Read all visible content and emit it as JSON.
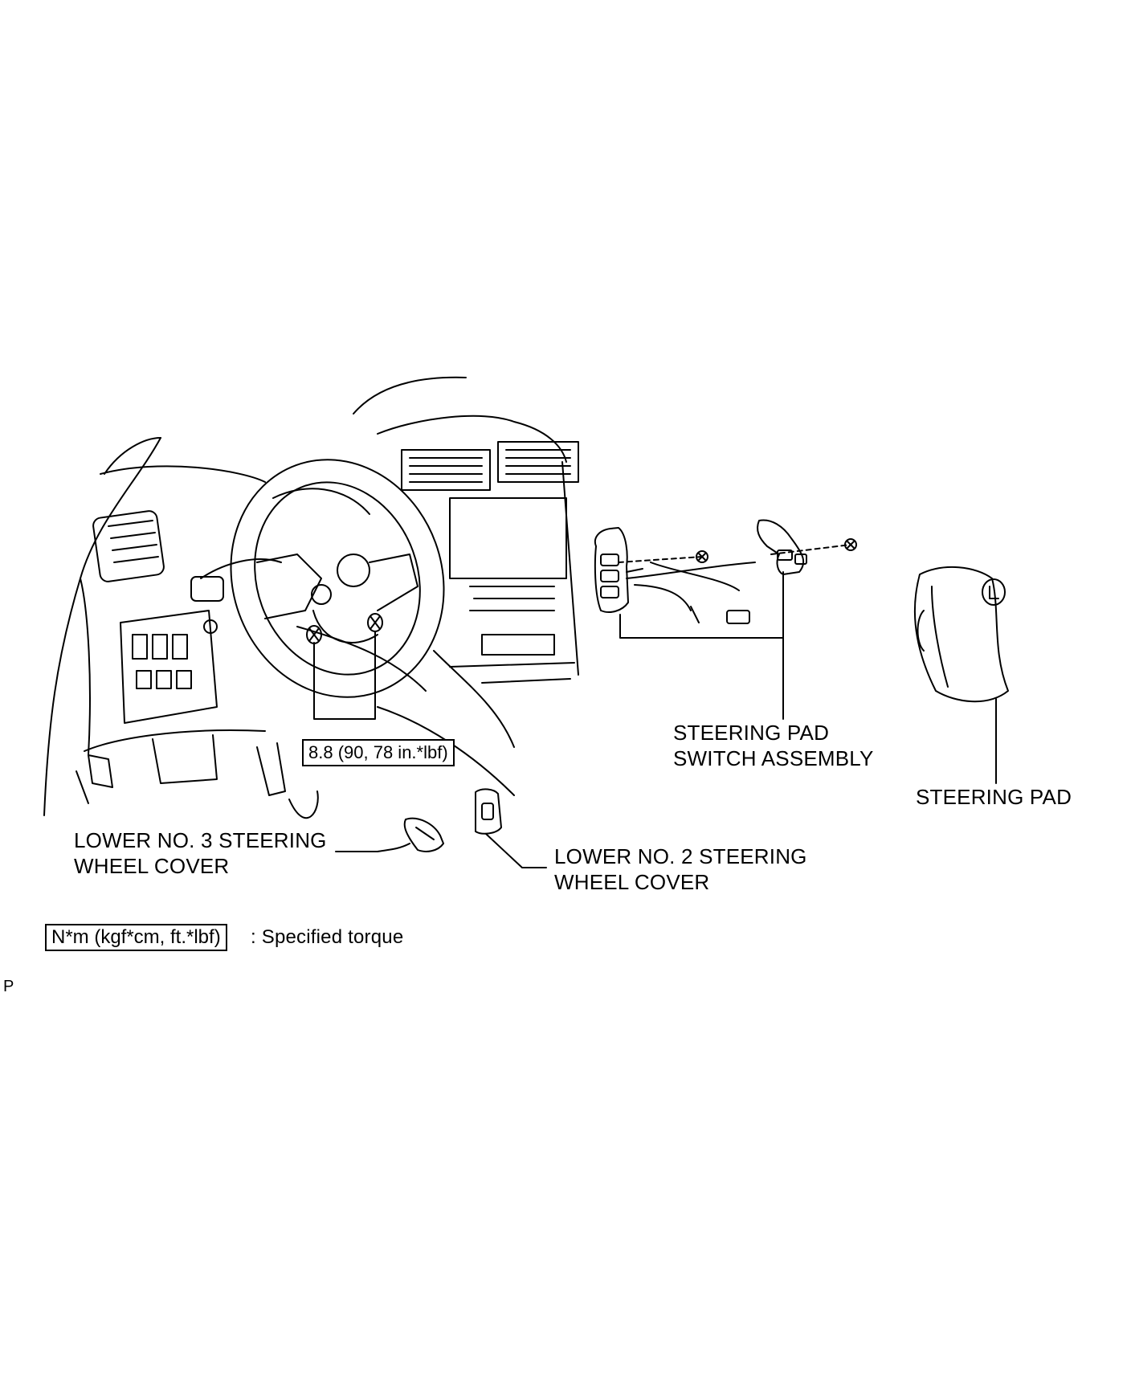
{
  "diagram": {
    "labels": {
      "steering_pad_switch_assembly": [
        "STEERING PAD",
        "SWITCH ASSEMBLY"
      ],
      "steering_pad": "STEERING PAD",
      "lower_no3_cover": [
        "LOWER NO. 3 STEERING",
        "WHEEL COVER"
      ],
      "lower_no2_cover": [
        "LOWER NO. 2 STEERING",
        "WHEEL COVER"
      ]
    },
    "torque_value": "8.8 (90, 78 in.*lbf)",
    "legend": {
      "unit_box": "N*m (kgf*cm, ft.*lbf)",
      "description": ": Specified torque"
    },
    "page_marker": "P",
    "line_color": "#000000"
  }
}
